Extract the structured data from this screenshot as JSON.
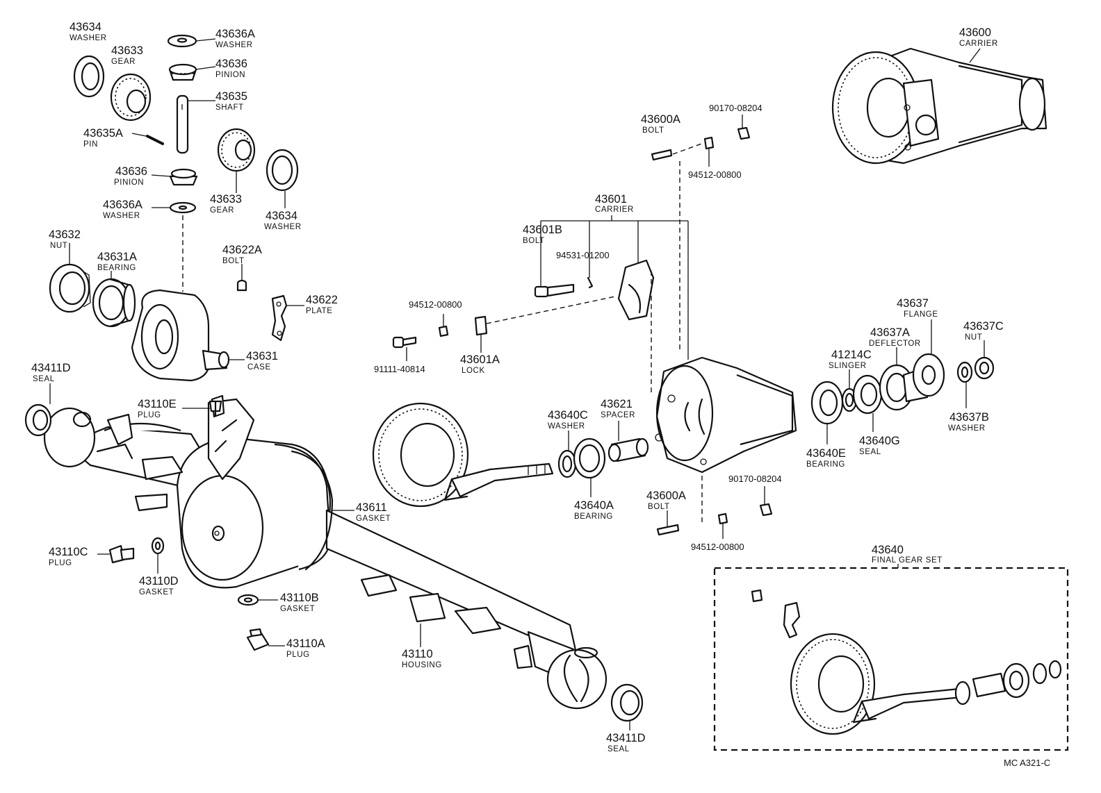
{
  "labels": {
    "p43634_top": {
      "number": "43634",
      "name": "WASHER"
    },
    "p43633_top": {
      "number": "43633",
      "name": "GEAR"
    },
    "p43636a_top": {
      "number": "43636A",
      "name": "WASHER"
    },
    "p43636_top": {
      "number": "43636",
      "name": "PINION"
    },
    "p43635": {
      "number": "43635",
      "name": "SHAFT"
    },
    "p43635a": {
      "number": "43635A",
      "name": "PIN"
    },
    "p43636_bot": {
      "number": "43636",
      "name": "PINION"
    },
    "p43633_bot": {
      "number": "43633",
      "name": "GEAR"
    },
    "p43634_bot": {
      "number": "43634",
      "name": "WASHER"
    },
    "p43636a_bot": {
      "number": "43636A",
      "name": "WASHER"
    },
    "p43632": {
      "number": "43632",
      "name": "NUT"
    },
    "p43631a": {
      "number": "43631A",
      "name": "BEARING"
    },
    "p43622a": {
      "number": "43622A",
      "name": "BOLT"
    },
    "p43622": {
      "number": "43622",
      "name": "PLATE"
    },
    "p43631": {
      "number": "43631",
      "name": "CASE"
    },
    "p43411d_top": {
      "number": "43411D",
      "name": "SEAL"
    },
    "p43110e": {
      "number": "43110E",
      "name": "PLUG"
    },
    "p43611": {
      "number": "43611",
      "name": "GASKET"
    },
    "p43110c": {
      "number": "43110C",
      "name": "PLUG"
    },
    "p43110d": {
      "number": "43110D",
      "name": "GASKET"
    },
    "p43110b": {
      "number": "43110B",
      "name": "GASKET"
    },
    "p43110a": {
      "number": "43110A",
      "name": "PLUG"
    },
    "p43110": {
      "number": "43110",
      "name": "HOUSING"
    },
    "p43411d_bot": {
      "number": "43411D",
      "name": "SEAL"
    },
    "p43600": {
      "number": "43600",
      "name": "CARRIER"
    },
    "p43600a_top": {
      "number": "43600A",
      "name": "BOLT"
    },
    "p43601": {
      "number": "43601",
      "name": "CARRIER"
    },
    "p43601b": {
      "number": "43601B",
      "name": "BOLT"
    },
    "p43601a": {
      "number": "43601A",
      "name": "LOCK"
    },
    "p43640c": {
      "number": "43640C",
      "name": "WASHER"
    },
    "p43621": {
      "number": "43621",
      "name": "SPACER"
    },
    "p43640a": {
      "number": "43640A",
      "name": "BEARING"
    },
    "p43600a_bot": {
      "number": "43600A",
      "name": "BOLT"
    },
    "p43637": {
      "number": "43637",
      "name": "FLANGE"
    },
    "p43637a": {
      "number": "43637A",
      "name": "DEFLECTOR"
    },
    "p43637c": {
      "number": "43637C",
      "name": "NUT"
    },
    "p41214c": {
      "number": "41214C",
      "name": "SLINGER"
    },
    "p43637b": {
      "number": "43637B",
      "name": "WASHER"
    },
    "p43640e": {
      "number": "43640E",
      "name": "BEARING"
    },
    "p43640g": {
      "number": "43640G",
      "name": "SEAL"
    },
    "p43640": {
      "number": "43640",
      "name": "FINAL GEAR SET"
    }
  },
  "codes": {
    "c90170_top": "90170-08204",
    "c94512_topright": "94512-00800",
    "c94531": "94531-01200",
    "c94512_mid": "94512-00800",
    "c91111": "91111-40814",
    "c90170_bot": "90170-08204",
    "c94512_bot": "94512-00800"
  },
  "diagram_ref": "MC A321-C"
}
